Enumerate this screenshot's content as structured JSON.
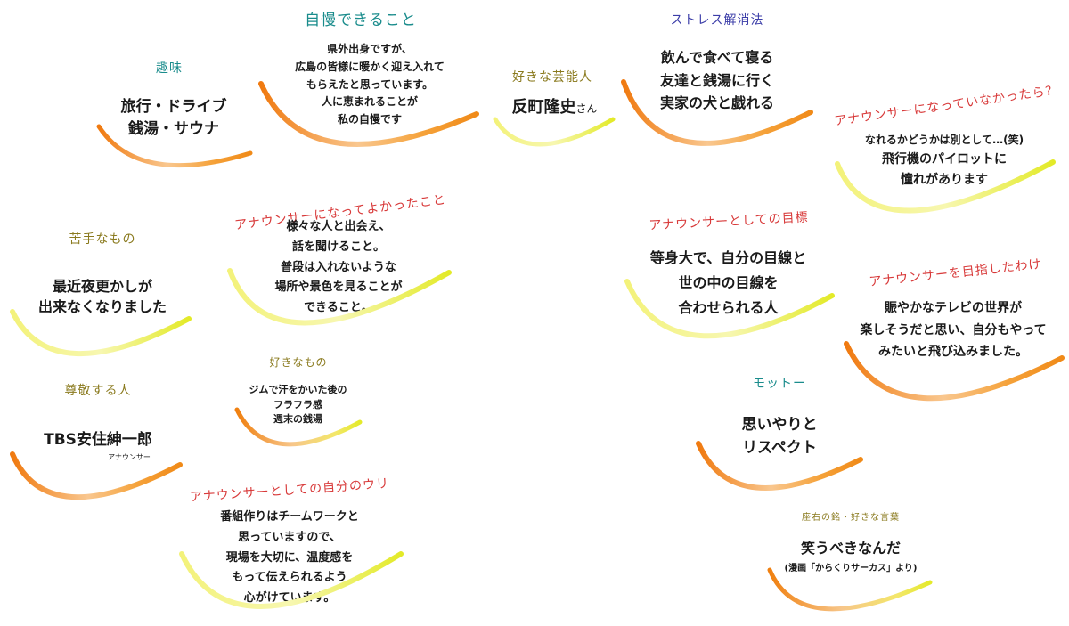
{
  "colors": {
    "teal": "#1a8c8c",
    "olive": "#8a7a1e",
    "red": "#d83a3a",
    "navy": "#3b3da8",
    "orange": "#f28a1e",
    "yellow": "#e8ec2e"
  },
  "items": {
    "hobby": {
      "title": "趣味",
      "lines": [
        "旅行・ドライブ",
        "銭湯・サウナ"
      ]
    },
    "pride": {
      "title": "自慢できること",
      "lines": [
        "県外出身ですが、",
        "広島の皆様に暖かく迎え入れて",
        "もらえたと思っています。",
        "人に恵まれることが",
        "私の自慢です"
      ]
    },
    "celebrity": {
      "title": "好きな芸能人",
      "name": "反町隆史",
      "suffix": "さん"
    },
    "stress": {
      "title": "ストレス解消法",
      "lines": [
        "飲んで食べて寝る",
        "友達と銭湯に行く",
        "実家の犬と戯れる"
      ]
    },
    "notannouncer": {
      "title": "アナウンサーになっていなかったら？",
      "lines": [
        "なれるかどうかは別として…(笑)",
        "飛行機のパイロットに",
        "憧れがあります"
      ]
    },
    "weak": {
      "title": "苦手なもの",
      "lines": [
        "最近夜更かしが",
        "出来なくなりました"
      ]
    },
    "glad": {
      "title": "アナウンサーになってよかったこと",
      "lines": [
        "様々な人と出会え、",
        "話を聞けること。",
        "普段は入れないような",
        "場所や景色を見ることが",
        "できること。"
      ]
    },
    "goal": {
      "title": "アナウンサーとしての目標",
      "lines": [
        "等身大で、自分の目線と",
        "世の中の目線を",
        "合わせられる人"
      ]
    },
    "reason": {
      "title": "アナウンサーを目指したわけ",
      "lines": [
        "賑やかなテレビの世界が",
        "楽しそうだと思い、自分もやって",
        "みたいと飛び込みました。"
      ]
    },
    "likes": {
      "title": "好きなもの",
      "lines": [
        "ジムで汗をかいた後の",
        "フラフラ感",
        "週末の銭湯"
      ]
    },
    "respect": {
      "title": "尊敬する人",
      "name": "TBS安住紳一郎",
      "role": "アナウンサー"
    },
    "motto": {
      "title": "モットー",
      "lines": [
        "思いやりと",
        "リスペクト"
      ]
    },
    "strength": {
      "title": "アナウンサーとしての自分のウリ",
      "lines": [
        "番組作りはチームワークと",
        "思っていますので、",
        "現場を大切に、温度感を",
        "もって伝えられるよう",
        "心がけています。"
      ]
    },
    "quote": {
      "title": "座右の銘・好きな言葉",
      "main": "笑うべきなんだ",
      "source": "(漫画「からくりサーカス」より)"
    }
  }
}
